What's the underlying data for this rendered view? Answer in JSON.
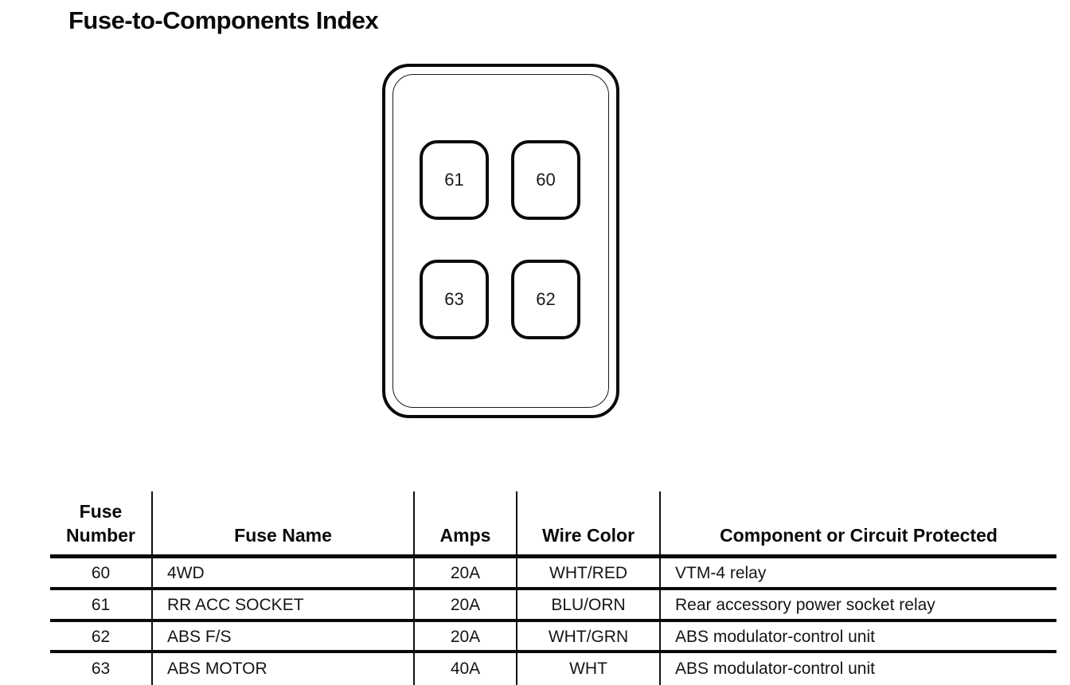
{
  "title": "Fuse-to-Components Index",
  "diagram": {
    "fuses": [
      {
        "label": "61"
      },
      {
        "label": "60"
      },
      {
        "label": "63"
      },
      {
        "label": "62"
      }
    ]
  },
  "table": {
    "headers": [
      "Fuse\nNumber",
      "Fuse Name",
      "Amps",
      "Wire Color",
      "Component or Circuit Protected"
    ],
    "rows": [
      {
        "number": "60",
        "name": "4WD",
        "amps": "20A",
        "wire_color": "WHT/RED",
        "component": "VTM-4 relay"
      },
      {
        "number": "61",
        "name": "RR ACC SOCKET",
        "amps": "20A",
        "wire_color": "BLU/ORN",
        "component": "Rear accessory power socket relay"
      },
      {
        "number": "62",
        "name": "ABS F/S",
        "amps": "20A",
        "wire_color": "WHT/GRN",
        "component": "ABS modulator-control unit"
      },
      {
        "number": "63",
        "name": "ABS MOTOR",
        "amps": "40A",
        "wire_color": "WHT",
        "component": "ABS modulator-control unit"
      }
    ]
  }
}
